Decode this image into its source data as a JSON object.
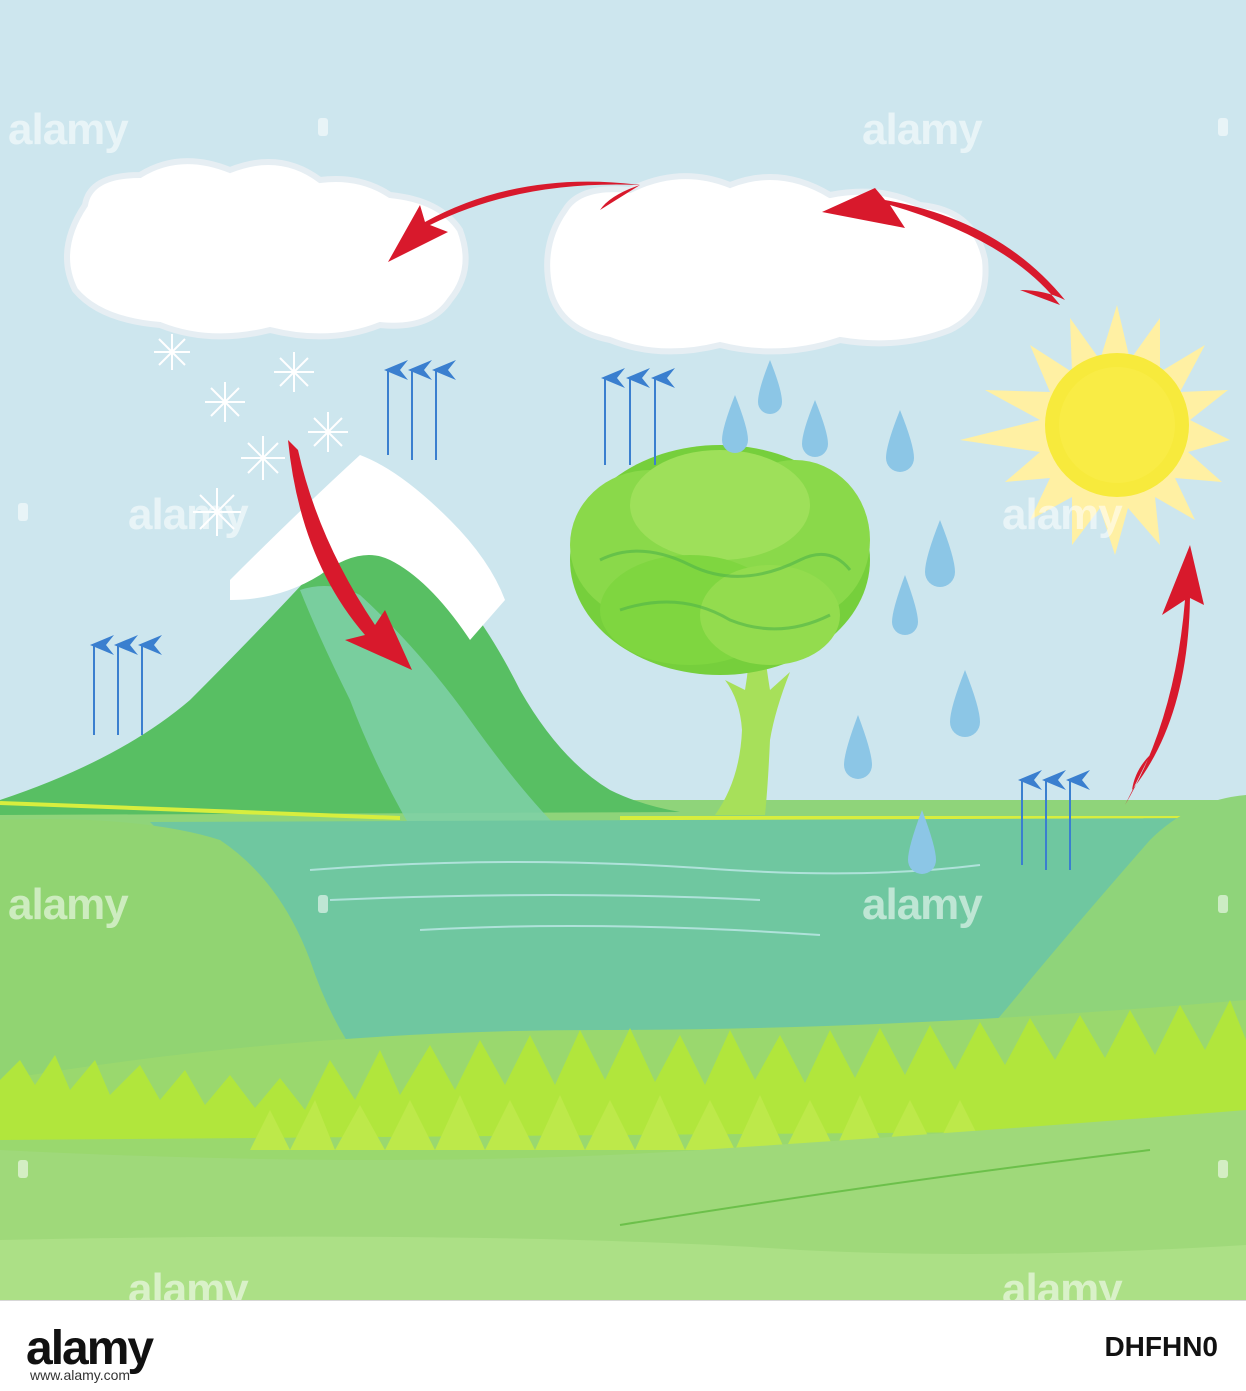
{
  "watermark": {
    "text": "alamy"
  },
  "footer": {
    "logo": "alamy",
    "url": "www.alamy.com",
    "image_id": "DHFHN0"
  },
  "colors": {
    "sky": "#cde6ee",
    "cloud": "#ffffff",
    "arrow": "#d8192c",
    "sun": "#f7ea3c",
    "mountain": "#58bf63",
    "snow": "#ffffff",
    "water": "#6fc7a0",
    "grass": "#a6e35a",
    "ground": "#96d474",
    "raindrop": "#8cc6e6",
    "vapor_arrow": "#3a7fcf"
  },
  "icons": [
    "cloud-icon",
    "sun-icon",
    "snowflake-icon",
    "raindrop-icon",
    "tree-icon",
    "mountain-icon",
    "arrow-icon"
  ]
}
